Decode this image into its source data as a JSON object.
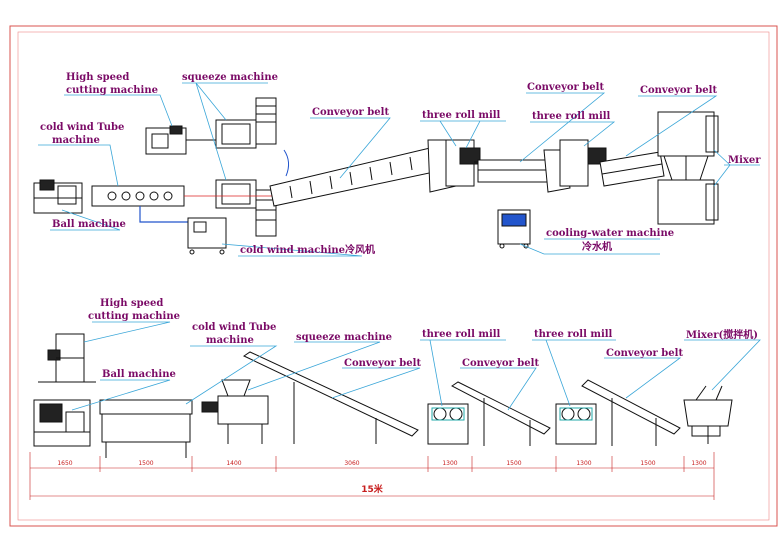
{
  "top": {
    "high_speed_cutting": [
      "High speed",
      "cutting machine"
    ],
    "squeeze": "squeeze machine",
    "conveyor1": "Conveyor belt",
    "three_roll1": "three roll mill",
    "conveyor2": "Conveyor belt",
    "three_roll2": "three roll mill",
    "conveyor3": "Conveyor belt",
    "mixer": "Mixer",
    "cold_wind_tube": [
      "cold wind Tube",
      "machine"
    ],
    "ball": "Ball machine",
    "cold_wind_machine": "cold wind machine冷风机",
    "cooling_water": [
      "cooling-water machine",
      "冷水机"
    ]
  },
  "bottom": {
    "high_speed_cutting": [
      "High speed",
      "cutting machine"
    ],
    "ball": "Ball machine",
    "cold_wind_tube": [
      "cold wind Tube",
      "machine"
    ],
    "squeeze": "squeeze machine",
    "conveyor1": "Conveyor belt",
    "three_roll1": "three roll mill",
    "conveyor2": "Conveyor belt",
    "three_roll2": "three roll mill",
    "conveyor3": "Conveyor belt",
    "mixer": "Mixer(搅拌机)"
  },
  "dimensions": {
    "segments": [
      "1650",
      "1500",
      "1400",
      "3060",
      "1300",
      "1500",
      "1300",
      "1500",
      "1300"
    ],
    "total": "15米"
  },
  "colors": {
    "label": "#7a0a66",
    "leader": "#3aa6d8",
    "dimension": "#c81e1e",
    "border": "#d9534f"
  }
}
